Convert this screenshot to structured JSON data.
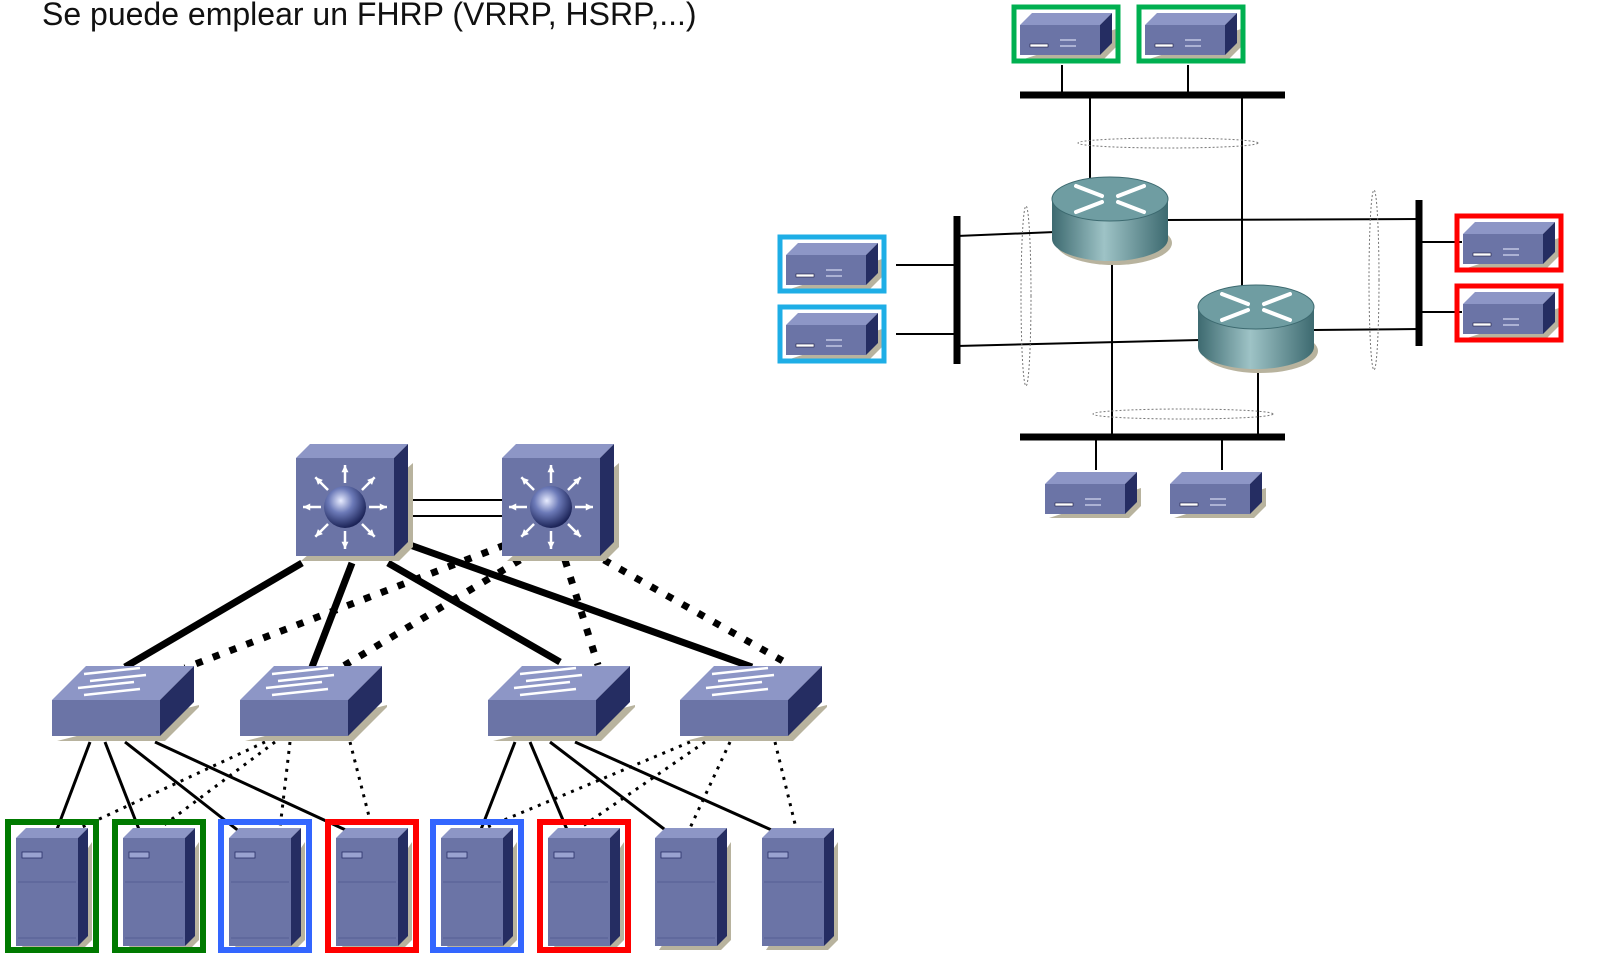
{
  "slide": {
    "title": "Se puede emplear un FHRP (VRRP, HSRP,...)"
  },
  "colors": {
    "green": "#00b050",
    "cyan": "#1eaee6",
    "red": "#ff0000",
    "dark_green": "#007a00",
    "blue": "#3366ff",
    "device_face": "#6b74a6",
    "device_top": "#8d96c6",
    "device_side": "#252d62",
    "router_face": "#5f8d93",
    "link": "#000000"
  },
  "router_topology": {
    "top_hosts": [
      {
        "outline": "green"
      },
      {
        "outline": "green"
      }
    ],
    "left_hosts": [
      {
        "outline": "cyan"
      },
      {
        "outline": "cyan"
      }
    ],
    "right_hosts": [
      {
        "outline": "red"
      },
      {
        "outline": "red"
      }
    ],
    "bottom_hosts": [
      {
        "outline": "none"
      },
      {
        "outline": "none"
      }
    ],
    "routers": 2,
    "segments": 4
  },
  "switched_topology": {
    "core_switches": 2,
    "access_switches": 4,
    "servers": [
      {
        "outline": "dark_green"
      },
      {
        "outline": "dark_green"
      },
      {
        "outline": "blue"
      },
      {
        "outline": "red"
      },
      {
        "outline": "blue"
      },
      {
        "outline": "red"
      },
      {
        "outline": "none"
      },
      {
        "outline": "none"
      }
    ]
  }
}
